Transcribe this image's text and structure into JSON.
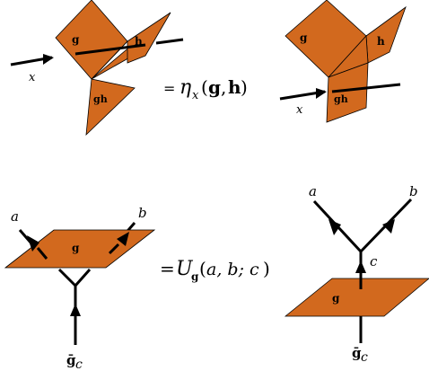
{
  "colors": {
    "sheet": "#D2691E",
    "line": "#000000",
    "background": "#ffffff"
  },
  "top_left": {
    "sheet_g": "g",
    "sheet_h": "h",
    "sheet_gh": "gh",
    "line_x": "x"
  },
  "top_equation": {
    "prefix": "=",
    "eta": "η",
    "sub": "x",
    "open": "(",
    "g": "g",
    "comma": ",",
    "h": "h",
    "close": ")"
  },
  "top_right": {
    "sheet_g": "g",
    "sheet_h": "h",
    "sheet_gh": "gh",
    "line_x": "x"
  },
  "bottom_left": {
    "line_a": "a",
    "line_b": "b",
    "sheet_g": "g",
    "line_bottom": "ḡ",
    "line_bottom_sub": "c"
  },
  "bottom_equation": {
    "prefix": "=",
    "U": "U",
    "sub": "g",
    "open": "(",
    "args": "a, b; c",
    "close": ")"
  },
  "bottom_right": {
    "line_a": "a",
    "line_b": "b",
    "line_c": "c",
    "sheet_g": "g",
    "line_bottom": "ḡ",
    "line_bottom_sub": "c"
  }
}
